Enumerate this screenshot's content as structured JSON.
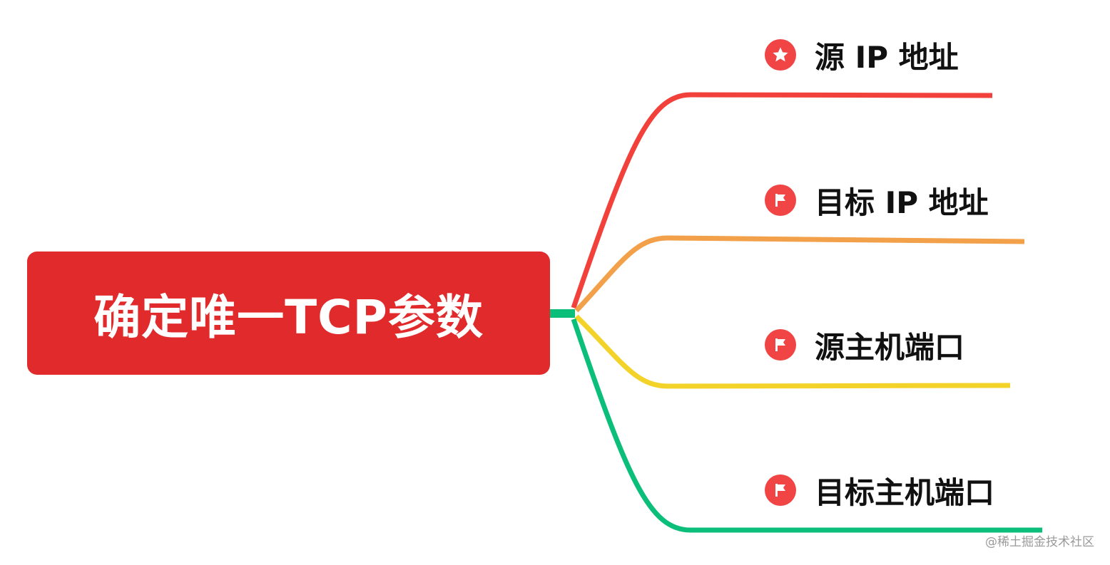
{
  "root": {
    "label": "确定唯一TCP参数",
    "color": "#e02a2b"
  },
  "branches": [
    {
      "label": "源 IP 地址",
      "icon": "star-icon",
      "line_color": "#f2403b",
      "marker_color": "#f04445"
    },
    {
      "label": "目标 IP 地址",
      "icon": "flag-icon",
      "line_color": "#f2a049",
      "marker_color": "#f04445"
    },
    {
      "label": "源主机端口",
      "icon": "flag-icon",
      "line_color": "#f3d22a",
      "marker_color": "#f04445"
    },
    {
      "label": "目标主机端口",
      "icon": "flag-icon",
      "line_color": "#0bbf7a",
      "marker_color": "#f04445"
    }
  ],
  "watermark": "@稀土掘金技术社区"
}
